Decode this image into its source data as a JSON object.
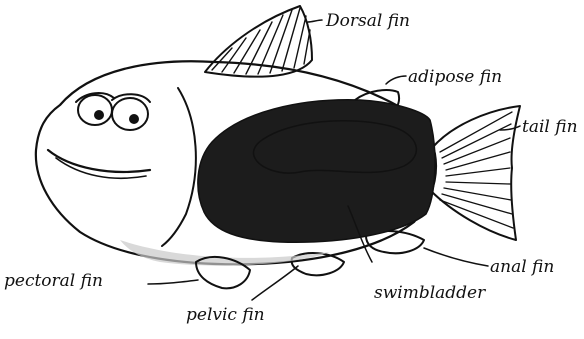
{
  "diagram": {
    "labels": {
      "dorsal_fin": "Dorsal fin",
      "adipose_fin": "adipose fin",
      "tail_fin": "tail fin",
      "anal_fin": "anal fin",
      "swimbladder": "swimbladder",
      "pectoral_fin": "pectoral fin",
      "pelvic_fin": "pelvic fin"
    }
  },
  "colors": {
    "ink": "#111111",
    "body": "#ffffff",
    "cavity": "#1c1c1c",
    "fin_fill": "#555555"
  }
}
